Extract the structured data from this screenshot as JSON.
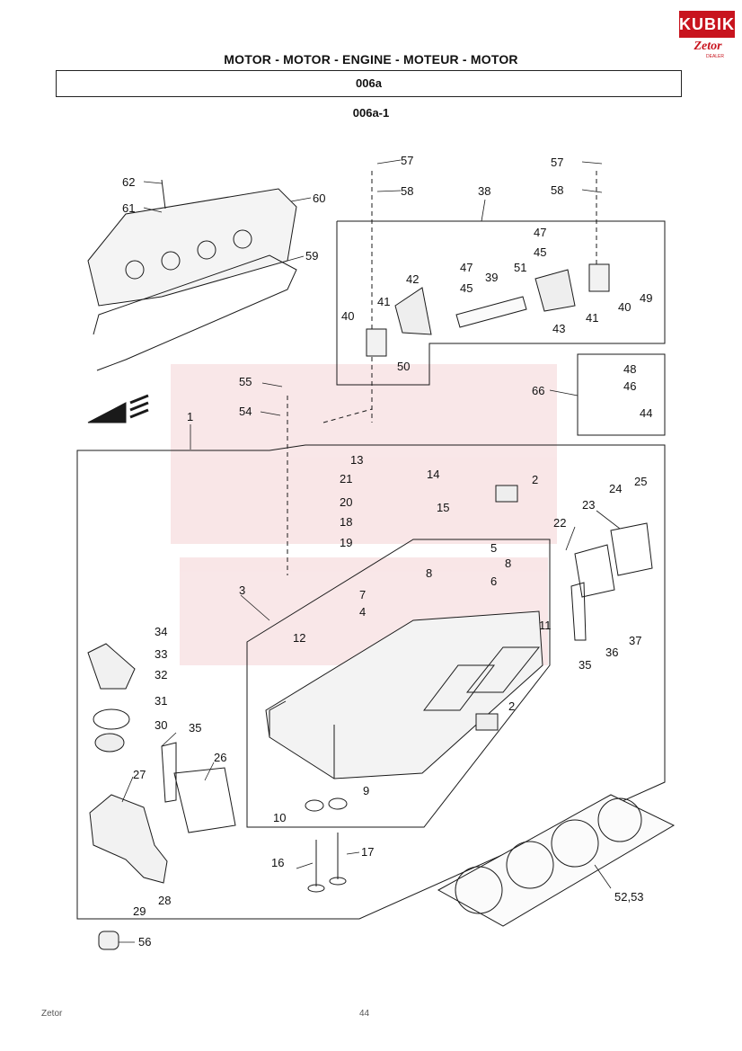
{
  "header": {
    "title": "MOTOR - MOTOR - ENGINE - MOTEUR - MOTOR",
    "code": "006a",
    "subcode": "006a-1"
  },
  "logo": {
    "brand": "KUBIK",
    "sub": "Zetor",
    "dealer": "DEALER"
  },
  "colors": {
    "accent": "#c8141e",
    "line": "#1a1a1a"
  },
  "callouts": [
    "57",
    "58",
    "38",
    "57",
    "58",
    "62",
    "61",
    "60",
    "59",
    "47",
    "45",
    "42",
    "41",
    "40",
    "50",
    "47",
    "45",
    "39",
    "51",
    "43",
    "41",
    "40",
    "49",
    "48",
    "46",
    "66",
    "44",
    "55",
    "54",
    "1",
    "13",
    "21",
    "20",
    "18",
    "19",
    "14",
    "15",
    "2",
    "25",
    "24",
    "23",
    "22",
    "5",
    "8",
    "8",
    "6",
    "3",
    "7",
    "4",
    "11",
    "12",
    "34",
    "33",
    "32",
    "31",
    "30",
    "35",
    "26",
    "27",
    "9",
    "10",
    "17",
    "16",
    "28",
    "29",
    "2",
    "56",
    "52,53",
    "36",
    "37",
    "35"
  ],
  "footer": {
    "left": "Zetor",
    "page": "44"
  }
}
